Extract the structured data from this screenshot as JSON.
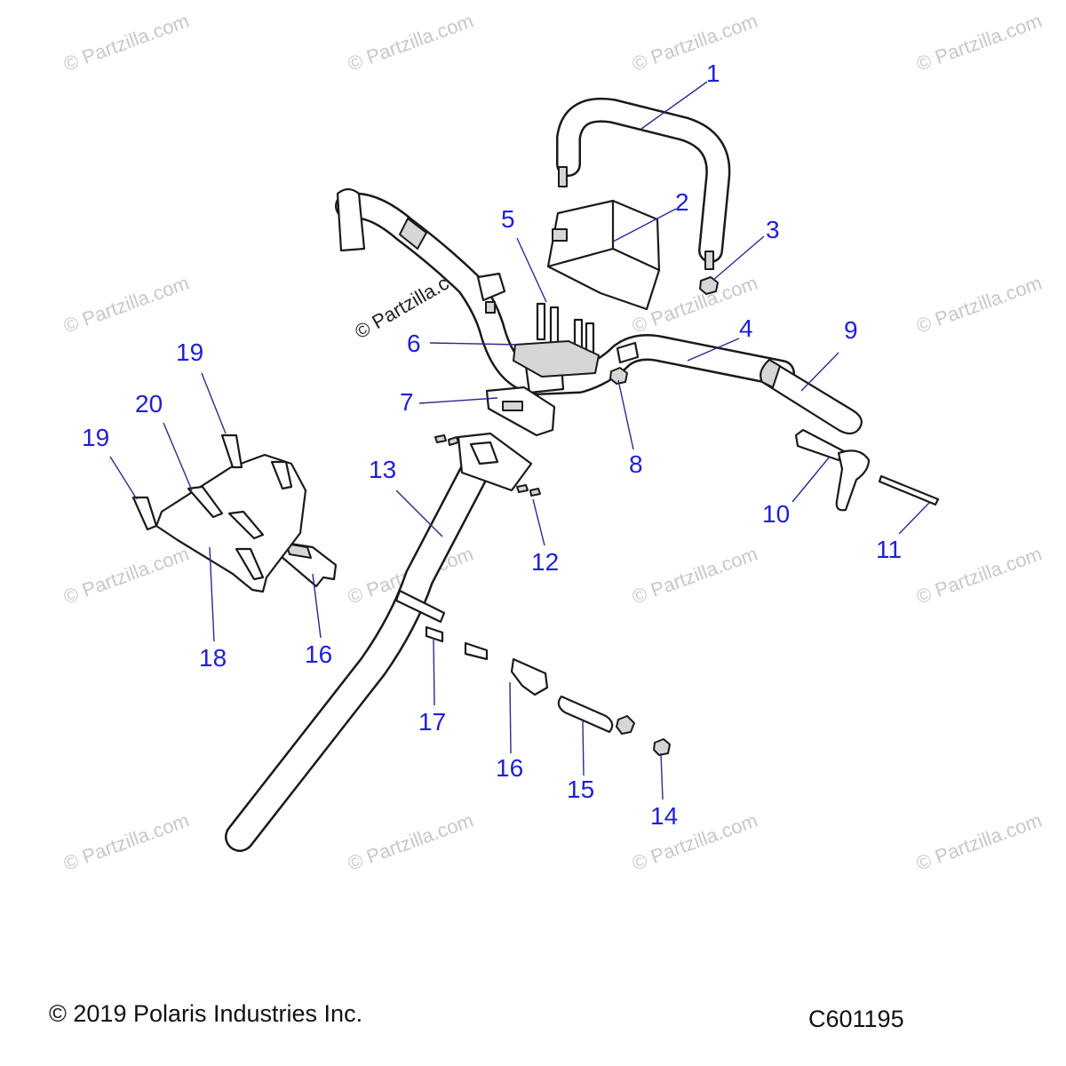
{
  "diagram": {
    "watermark": "© Partzilla.com",
    "callouts": [
      "1",
      "2",
      "3",
      "4",
      "5",
      "6",
      "7",
      "8",
      "9",
      "10",
      "11",
      "12",
      "13",
      "14",
      "15",
      "16",
      "16",
      "17",
      "18",
      "19",
      "19",
      "20"
    ]
  },
  "footer": {
    "copyright": "© 2019 Polaris Industries Inc.",
    "figure_code": "C601195"
  }
}
